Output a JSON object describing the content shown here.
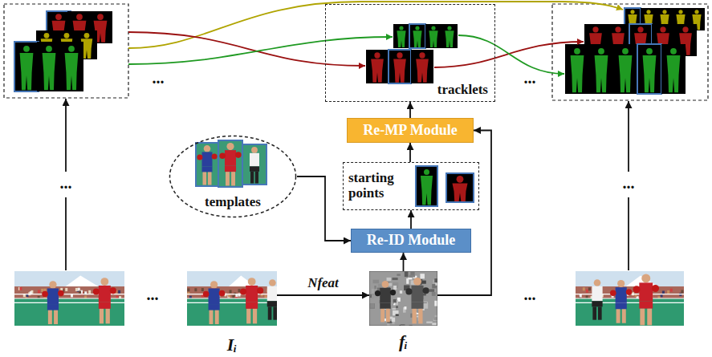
{
  "diagram": {
    "nodes": [
      {
        "text": [
          "tracklets"
        ]
      },
      {
        "text": [
          "Re-MP Module"
        ]
      },
      {
        "text": [
          "templates"
        ]
      },
      {
        "text": [
          "starting points"
        ]
      },
      {
        "text": [
          "Re-ID Module"
        ]
      },
      {
        "text": [
          "Iᵢ"
        ]
      },
      {
        "text": [
          "fᵢ"
        ]
      }
    ],
    "edges": [
      {
        "from": 1,
        "to": 0,
        "arrow": "to"
      },
      {
        "from": 3,
        "to": 1,
        "arrow": "to"
      },
      {
        "from": 4,
        "to": 3,
        "arrow": "to"
      },
      {
        "from": 2,
        "to": 4,
        "arrow": "to"
      },
      {
        "from": 6,
        "to": 4,
        "arrow": "to"
      },
      {
        "from": 6,
        "to": 1,
        "arrow": "to"
      },
      {
        "from": 5,
        "to": 6,
        "label": "Nfeat",
        "arrow": "to"
      }
    ],
    "labels": [
      "...",
      "...",
      "...",
      "...",
      "...",
      "..."
    ]
  }
}
